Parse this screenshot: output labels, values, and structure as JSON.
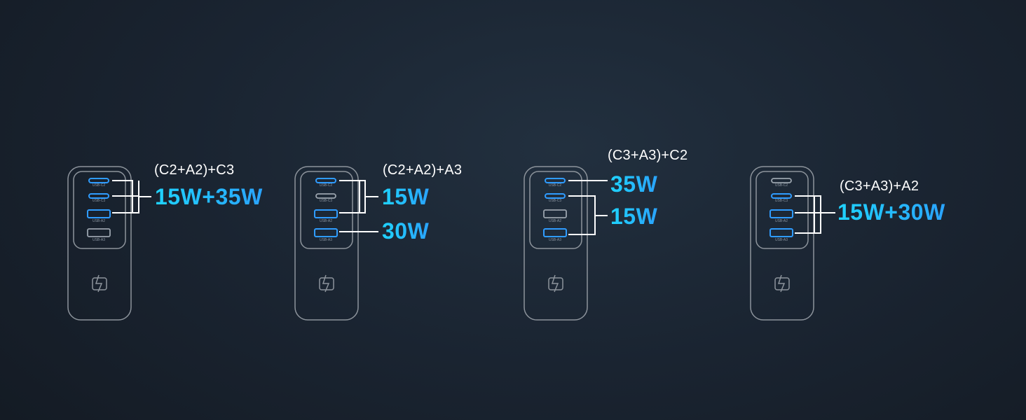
{
  "colors": {
    "active_port": "#2f9cff",
    "inactive_port": "#9aa3ad",
    "outline": "#8d949c",
    "watt_gradient_start": "#1fd3ff",
    "watt_gradient_end": "#2aa4ff"
  },
  "port_labels": {
    "c2": "USB-C2",
    "c3": "USB-C3",
    "a2": "USB-A2",
    "a3": "USB-A3"
  },
  "chargers": [
    {
      "combo": "(C2+A2)+C3",
      "watts": [
        "15W+35W"
      ],
      "active_ports": [
        "c2",
        "c3",
        "a2"
      ]
    },
    {
      "combo": "(C2+A2)+A3",
      "watts": [
        "15W",
        "30W"
      ],
      "active_ports": [
        "c2",
        "a2",
        "a3"
      ]
    },
    {
      "combo": "(C3+A3)+C2",
      "watts": [
        "35W",
        "15W"
      ],
      "active_ports": [
        "c2",
        "c3",
        "a3"
      ]
    },
    {
      "combo": "(C3+A3)+A2",
      "watts": [
        "15W+30W"
      ],
      "active_ports": [
        "c3",
        "a2",
        "a3"
      ]
    }
  ],
  "icons": {
    "power": "power-icon"
  }
}
